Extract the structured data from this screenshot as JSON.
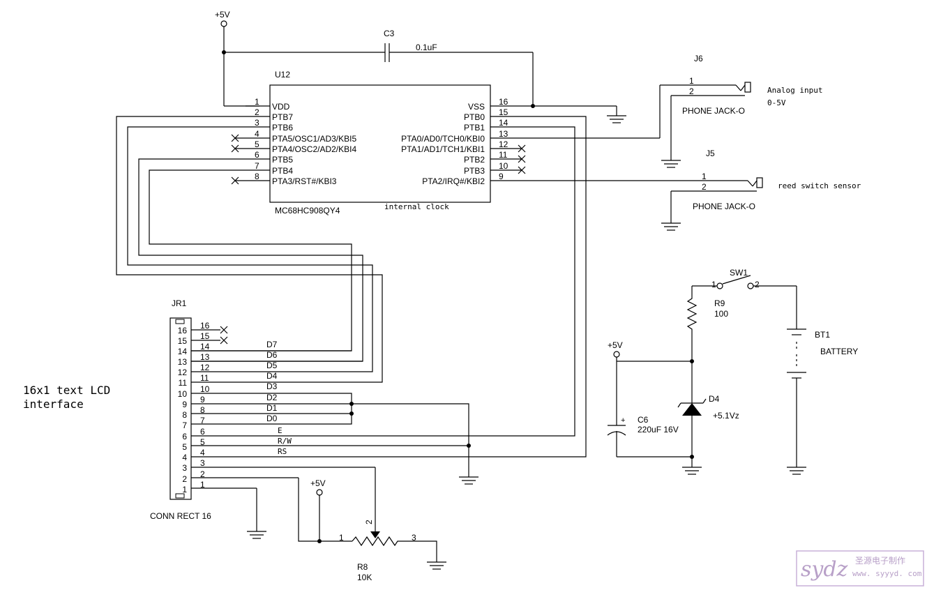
{
  "supply": {
    "plus5v": "+5V"
  },
  "c3": {
    "ref": "C3",
    "value": "0.1uF"
  },
  "mcu": {
    "ref": "U12",
    "part": "MC68HC908QY4",
    "note": "internal clock",
    "left_pins": [
      {
        "num": "1",
        "name": "VDD"
      },
      {
        "num": "2",
        "name": "PTB7"
      },
      {
        "num": "3",
        "name": "PTB6"
      },
      {
        "num": "4",
        "name": "PTA5/OSC1/AD3/KBI5"
      },
      {
        "num": "5",
        "name": "PTA4/OSC2/AD2/KBI4"
      },
      {
        "num": "6",
        "name": "PTB5"
      },
      {
        "num": "7",
        "name": "PTB4"
      },
      {
        "num": "8",
        "name": "PTA3/RST#/KBI3"
      }
    ],
    "right_pins": [
      {
        "num": "16",
        "name": "VSS"
      },
      {
        "num": "15",
        "name": "PTB0"
      },
      {
        "num": "14",
        "name": "PTB1"
      },
      {
        "num": "13",
        "name": "PTA0/AD0/TCH0/KBI0"
      },
      {
        "num": "12",
        "name": "PTA1/AD1/TCH1/KBI1"
      },
      {
        "num": "11",
        "name": "PTB2"
      },
      {
        "num": "10",
        "name": "PTB3"
      },
      {
        "num": "9",
        "name": "PTA2/IRQ#/KBI2"
      }
    ]
  },
  "j6": {
    "ref": "J6",
    "name": "PHONE JACK-O",
    "pin1": "1",
    "pin2": "2",
    "desc1": "Analog input",
    "desc2": "0-5V"
  },
  "j5": {
    "ref": "J5",
    "name": "PHONE JACK-O",
    "pin1": "1",
    "pin2": "2",
    "desc": "reed switch sensor"
  },
  "jr1": {
    "ref": "JR1",
    "name": "CONN RECT 16",
    "pins_left": [
      "16",
      "15",
      "14",
      "13",
      "12",
      "11",
      "10",
      "9",
      "8",
      "7",
      "6",
      "5",
      "4",
      "3",
      "2",
      "1"
    ],
    "pins_right": [
      "16",
      "15",
      "14",
      "13",
      "12",
      "11",
      "10",
      "9",
      "8",
      "7",
      "6",
      "5",
      "4",
      "3",
      "2",
      "1"
    ],
    "signals": [
      "D7",
      "D6",
      "D5",
      "D4",
      "D3",
      "D2",
      "D1",
      "D0",
      "E",
      "R/W",
      "RS"
    ]
  },
  "lcd_note": {
    "line1": "16x1 text LCD",
    "line2": "interface"
  },
  "r8": {
    "ref": "R8",
    "value": "10K",
    "pin1": "1",
    "pin2": "2",
    "pin3": "3"
  },
  "sw1": {
    "ref": "SW1",
    "pin1": "1",
    "pin2": "2"
  },
  "r9": {
    "ref": "R9",
    "value": "100"
  },
  "bt1": {
    "ref": "BT1",
    "name": "BATTERY"
  },
  "c6": {
    "ref": "C6",
    "value": "220uF 16V",
    "polarity": "+"
  },
  "d4": {
    "ref": "D4",
    "value": "+5.1Vz"
  },
  "watermark": {
    "logo": "sydz",
    "cn": "圣源电子制作",
    "url": "www. syyyd. com"
  }
}
